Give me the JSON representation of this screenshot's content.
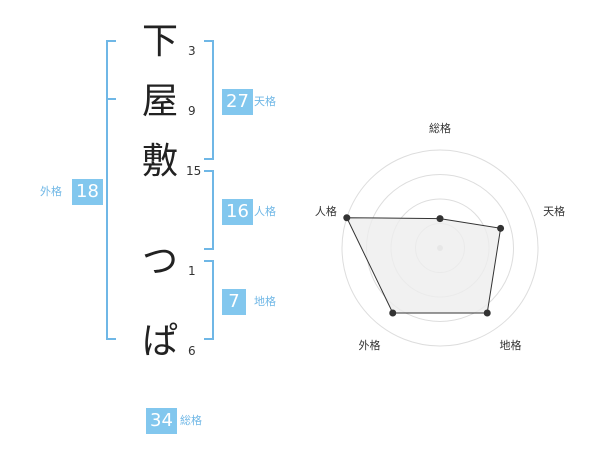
{
  "characters": [
    {
      "char": "下",
      "strokes": "3"
    },
    {
      "char": "屋",
      "strokes": "9"
    },
    {
      "char": "敷",
      "strokes": "15"
    },
    {
      "char": "つ",
      "strokes": "1"
    },
    {
      "char": "ぱ",
      "strokes": "6"
    }
  ],
  "kaku": {
    "tenkaku": {
      "value": "27",
      "label": "天格"
    },
    "jinkaku": {
      "value": "16",
      "label": "人格"
    },
    "chikaku": {
      "value": "7",
      "label": "地格"
    },
    "gaikaku": {
      "value": "18",
      "label": "外格"
    },
    "soukaku": {
      "value": "34",
      "label": "総格"
    }
  },
  "colors": {
    "accent": "#82c7ee",
    "accent_line": "#6fb7e6"
  },
  "chart_data": {
    "type": "radar",
    "axes": [
      "総格",
      "天格",
      "地格",
      "外格",
      "人格"
    ],
    "values": [
      0.3,
      0.65,
      0.82,
      0.82,
      1.0
    ],
    "rings": 4
  }
}
